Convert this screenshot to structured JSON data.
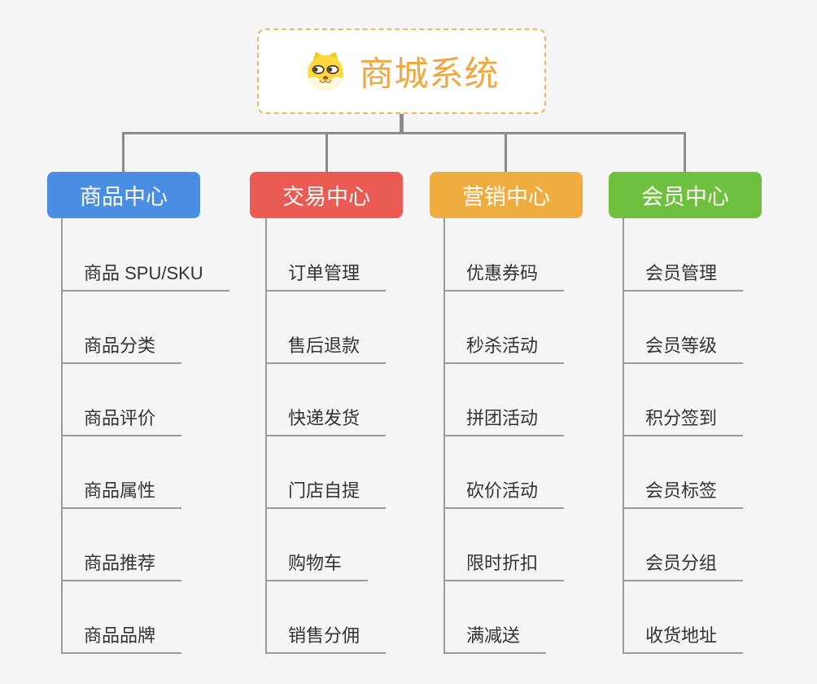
{
  "canvas": {
    "background": "#f5f5f5",
    "connector_color": "#8c8c8c",
    "leaf_line_color": "#9a9a9a"
  },
  "root": {
    "title": "商城系统",
    "icon": "shiba-dog-icon",
    "title_color": "#F0A73E",
    "border_color": "#F3B763"
  },
  "branches": [
    {
      "label": "商品中心",
      "color": "#4A8EE4",
      "children": [
        "商品 SPU/SKU",
        "商品分类",
        "商品评价",
        "商品属性",
        "商品推荐",
        "商品品牌"
      ]
    },
    {
      "label": "交易中心",
      "color": "#EA5B53",
      "children": [
        "订单管理",
        "售后退款",
        "快递发货",
        "门店自提",
        "购物车",
        "销售分佣"
      ]
    },
    {
      "label": "营销中心",
      "color": "#F0AD3F",
      "children": [
        "优惠券码",
        "秒杀活动",
        "拼团活动",
        "砍价活动",
        "限时折扣",
        "满减送"
      ]
    },
    {
      "label": "会员中心",
      "color": "#70C040",
      "children": [
        "会员管理",
        "会员等级",
        "积分签到",
        "会员标签",
        "会员分组",
        "收货地址"
      ]
    }
  ]
}
